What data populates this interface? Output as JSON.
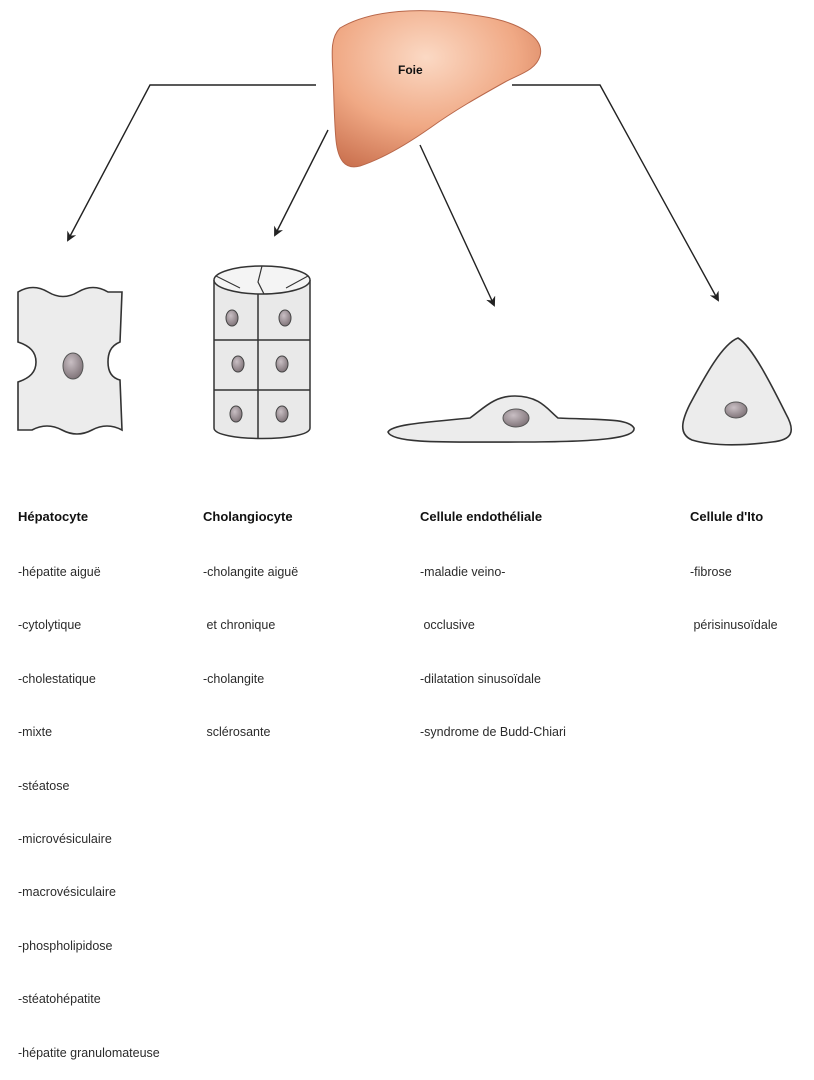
{
  "organ": {
    "label": "Foie"
  },
  "colors": {
    "liver_light": "#f6c3a6",
    "liver_dark": "#c96f4d",
    "cell_fill": "#ececec",
    "cell_stroke": "#333333",
    "nucleus": "#9a8f94",
    "arrow": "#222222"
  },
  "cells": [
    {
      "id": "hepatocyte",
      "title": "Hépatocyte",
      "items": [
        "-hépatite aiguë",
        "-cytolytique",
        "-cholestatique",
        "-mixte",
        "-stéatose",
        "-microvésiculaire",
        "-macrovésiculaire",
        "-phospholipidose",
        "-stéatohépatite",
        "-hépatite granulomateuse"
      ]
    },
    {
      "id": "cholangiocyte",
      "title": "Cholangiocyte",
      "items": [
        "-cholangite aiguë",
        " et chronique",
        "-cholangite",
        " sclérosante"
      ]
    },
    {
      "id": "endothelial",
      "title": "Cellule endothéliale",
      "items": [
        "-maladie veino-",
        " occlusive",
        "-dilatation sinusoïdale",
        "-syndrome de Budd-Chiari"
      ]
    },
    {
      "id": "ito",
      "title": "Cellule d'Ito",
      "items": [
        "-fibrose",
        " périsinusoïdale"
      ]
    }
  ]
}
